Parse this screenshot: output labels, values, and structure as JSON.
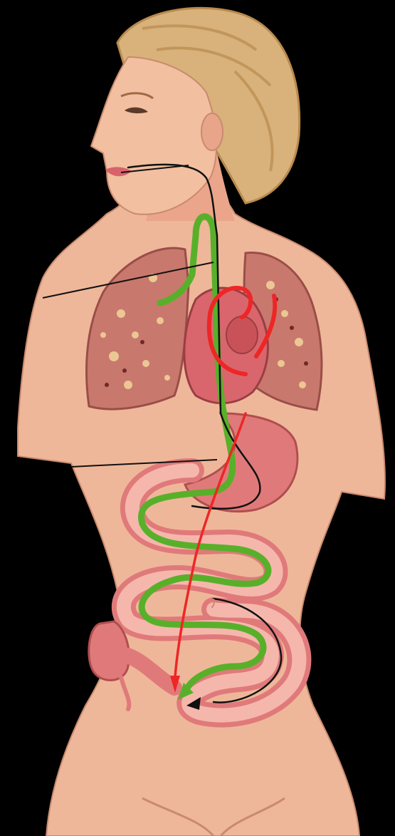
{
  "illustration": {
    "subject": "",
    "colors": {
      "background": "#000000",
      "skin": "#efb79a",
      "skin_shadow": "#d98f76",
      "hair": "#d8b27a",
      "hair_shadow": "#b98a4e",
      "lung": "#c9786e",
      "lung_spot": "#f0d59a",
      "heart": "#d9666d",
      "gut_wall": "#e07a7a",
      "gut_inner": "#f5b7ac",
      "path_green": "#58b02a",
      "path_red": "#ee2626",
      "path_black": "#111111",
      "lip": "#d9626a"
    }
  },
  "paths": [
    {
      "name": "green-digestive-path",
      "color": "path_green"
    },
    {
      "name": "red-circulation-path",
      "color": "path_red"
    },
    {
      "name": "black-path",
      "color": "path_black"
    }
  ],
  "leader_lines": [
    {
      "name": "mouth-leader-line"
    },
    {
      "name": "lung-leader-line"
    },
    {
      "name": "abdomen-leader-line"
    }
  ]
}
